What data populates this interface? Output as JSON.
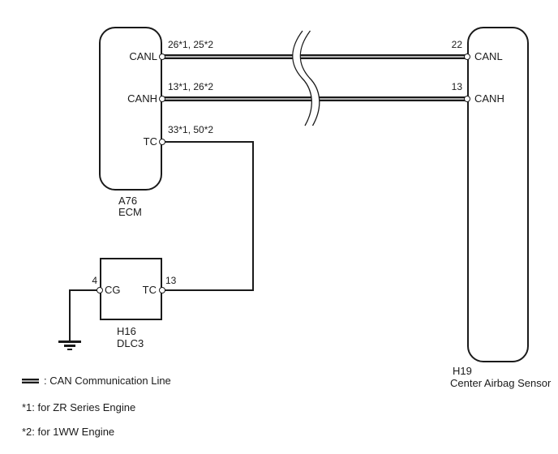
{
  "components": {
    "ecm": {
      "id": "A76",
      "name": "ECM",
      "pins": {
        "canl": {
          "label": "CANL",
          "terminals": "26*1, 25*2"
        },
        "canh": {
          "label": "CANH",
          "terminals": "13*1, 26*2"
        },
        "tc": {
          "label": "TC",
          "terminals": "33*1, 50*2"
        }
      }
    },
    "center_airbag_sensor": {
      "id": "H19",
      "name": "Center Airbag Sensor",
      "pins": {
        "canl": {
          "label": "CANL",
          "terminals": "22"
        },
        "canh": {
          "label": "CANH",
          "terminals": "13"
        }
      }
    },
    "dlc3": {
      "id": "H16",
      "name": "DLC3",
      "pins": {
        "cg": {
          "label": "CG",
          "terminals": "4"
        },
        "tc": {
          "label": "TC",
          "terminals": "13"
        }
      }
    }
  },
  "connections": [
    {
      "from": "A76 CANL",
      "to": "H19 CANL",
      "type": "CAN communication line"
    },
    {
      "from": "A76 CANH",
      "to": "H19 CANH",
      "type": "CAN communication line"
    },
    {
      "from": "A76 TC",
      "to": "H16 TC",
      "type": "signal wire"
    },
    {
      "from": "H16 CG",
      "to": "ground",
      "type": "ground wire"
    }
  ],
  "legend": {
    "can_line_label": ": CAN Communication Line"
  },
  "notes": {
    "note1": "*1: for ZR Series Engine",
    "note2": "*2: for 1WW Engine"
  },
  "colors": {
    "line": "#1a1a1a",
    "wire_center": "#b3b3b3",
    "background": "#ffffff"
  }
}
